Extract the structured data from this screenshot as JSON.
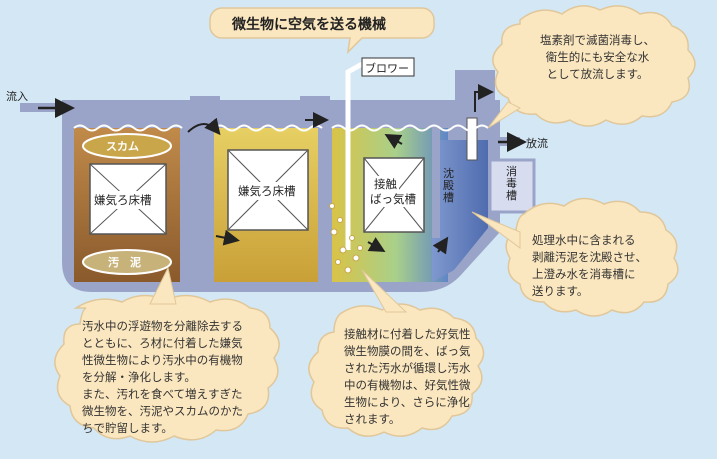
{
  "title": "微生物に空気を送る機械",
  "labels": {
    "blower": "ブロワー",
    "inflow": "流入",
    "outflow": "放流",
    "scum": "スカム",
    "sludge": "汚　泥",
    "tank1": "嫌気ろ床槽",
    "tank2": "嫌気ろ床槽",
    "tank3_line1": "接触",
    "tank3_line2": "ばっ気槽",
    "sedimentation": "沈殿槽",
    "disinfection": "消毒槽"
  },
  "notes": {
    "chlorine": "塩素剤で滅菌消毒し、\n衛生的にも安全な水\nとして放流します。",
    "sedimentation": "処理水中に含まれる\n剥離汚泥を沈殿させ、\n上澄み水を消毒槽に\n送ります。",
    "anaerobic": "汚水中の浮遊物を分離除去する\nとともに、ろ材に付着した嫌気\n性微生物により汚水中の有機物\nを分解・浄化します。\nまた、汚れを食べて増えすぎた\n微生物を、汚泥やスカムのかた\nちで貯留します。",
    "aerobic": "接触材に付着した好気性\n微生物膜の間を、ばっ気\nされた汚水が循環し汚水\n中の有機物は、好気性微\n生物により、さらに浄化\nされます。"
  },
  "colors": {
    "background": "#d4e7f4",
    "tank_wall": "#9aa4c8",
    "water_brown": "#8b5a2b",
    "water_yellow": "#d8b640",
    "water_blue": "#6f86c0",
    "cloud": "#fbe7bf",
    "cloud_border": "#e0c79a"
  }
}
